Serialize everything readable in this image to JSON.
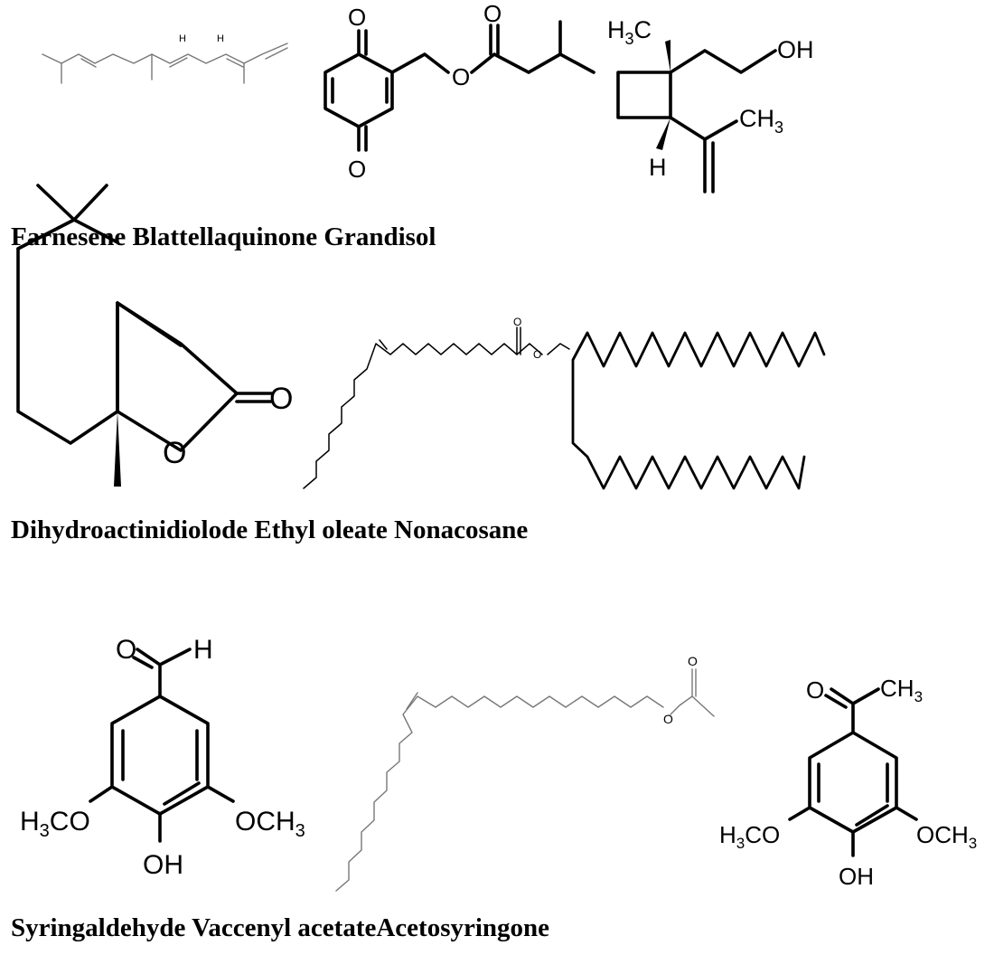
{
  "rows": [
    {
      "caption": "Farnesene Blattellaquinone Grandisol",
      "molecules": [
        "Farnesene",
        "Blattellaquinone",
        "Grandisol"
      ]
    },
    {
      "caption": "Dihydroactinidiolode Ethyl oleate Nonacosane",
      "molecules": [
        "Dihydroactinidiolode",
        "Ethyl oleate",
        "Nonacosane"
      ]
    },
    {
      "caption": "Syringaldehyde Vaccenyl acetateAcetosyringone",
      "molecules": [
        "Syringaldehyde",
        "Vaccenyl acetate",
        "Acetosyringone"
      ]
    }
  ],
  "atom_labels": {
    "O": "O",
    "H": "H",
    "OH": "OH",
    "CH3": "CH",
    "H3C": "H",
    "H3CO": "H",
    "OCH3": "OCH",
    "sub3": "3",
    "C": "C",
    "CO": "CO"
  }
}
